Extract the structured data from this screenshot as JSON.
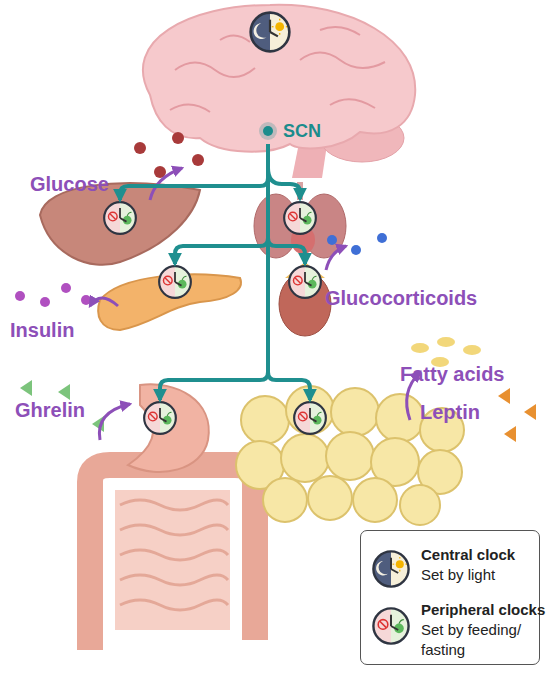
{
  "diagram": {
    "nodes": [
      {
        "text": [
          "SCN"
        ]
      },
      {
        "text": [
          "Glucose"
        ]
      },
      {
        "text": [
          "Glucocorticoids"
        ]
      },
      {
        "text": [
          "Insulin"
        ]
      },
      {
        "text": [
          "Ghrelin"
        ]
      },
      {
        "text": [
          "Fatty acids",
          "Leptin"
        ]
      }
    ],
    "edges": [
      {
        "from": 0,
        "to": 1,
        "arrow": "to"
      },
      {
        "from": 0,
        "to": 2,
        "arrow": "to"
      },
      {
        "from": 0,
        "to": 3,
        "arrow": "to"
      },
      {
        "from": 0,
        "to": 4,
        "arrow": "to"
      },
      {
        "from": 0,
        "to": 5,
        "arrow": "to"
      }
    ],
    "labels": [
      "Set by light",
      "Set by feeding/ fasting"
    ],
    "legend": [
      {
        "text": "Central clock"
      },
      {
        "text": "Peripheral clocks"
      }
    ]
  }
}
